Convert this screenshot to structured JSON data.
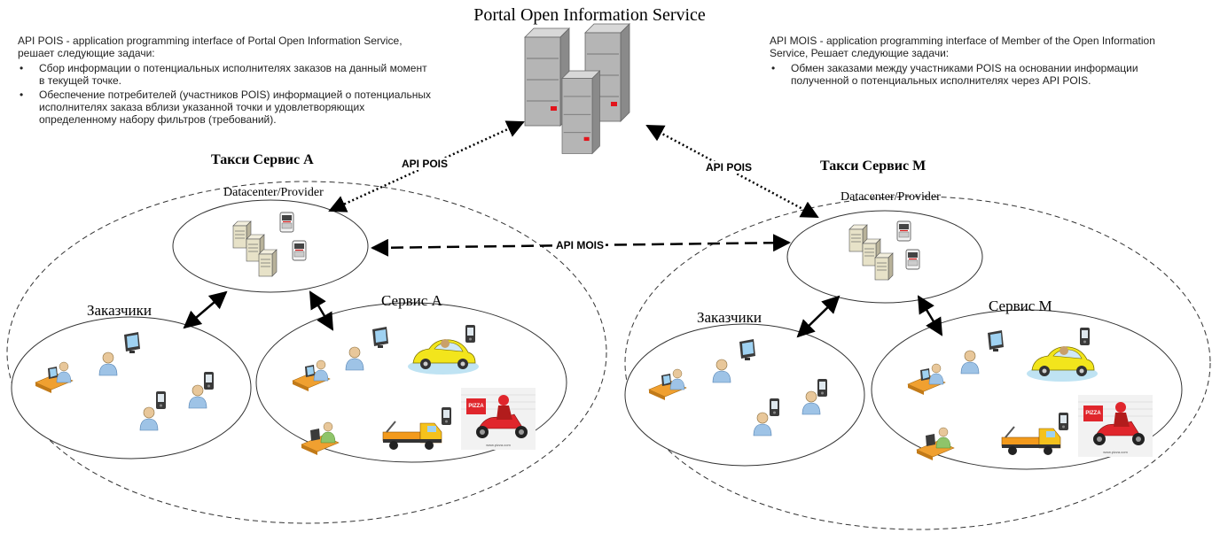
{
  "title": "Portal Open Information Service",
  "left_description": {
    "intro": "API POIS - application programming interface of Portal Open Information Service, решает следующие задачи:",
    "items": [
      "Сбор информации о потенциальных исполнителях заказов на данный момент в текущей точке.",
      "Обеспечение потребителей (участников POIS) информацией о потенциальных исполнителях заказа вблизи указанной точки и удовлетворяющих определенному набору фильтров (требований)."
    ]
  },
  "right_description": {
    "intro": "API MOIS - application programming interface of Member of the Open Information Service, Решает следующие задачи:",
    "items": [
      "Обмен заказами между участниками POIS на основании информации полученной о потенциальных исполнителях через API POIS."
    ]
  },
  "links": {
    "api_pois_left": "API POIS",
    "api_pois_right": "API POIS",
    "api_mois": "API MOIS"
  },
  "group_a": {
    "title": "Такси Сервис А",
    "datacenter": "Datacenter/Provider",
    "customers": "Заказчики",
    "service": "Сервис А"
  },
  "group_m": {
    "title": "Такси Сервис М",
    "datacenter": "Datacenter/Provider",
    "customers": "Заказчики",
    "service": "Сервис М"
  },
  "icons": {
    "pois_servers": "server-rack-icon",
    "datacenter": "servers-icon",
    "customer_desk": "person-at-desk-icon",
    "customer_pc": "person-with-computer-icon",
    "customer_phone": "person-with-phone-icon",
    "taxi": "taxi-car-icon",
    "tow_truck": "tow-truck-icon",
    "pizza_scooter": "pizza-delivery-scooter-icon",
    "phone": "mobile-phone-icon"
  },
  "pizza_logo": "PIZZA",
  "colors": {
    "server_gray": "#a9a9a9",
    "server_red": "#e2141b",
    "person_blue": "#9ec3e6",
    "taxi_yellow": "#f2e51c",
    "truck_orange": "#f39a1c",
    "scooter_red": "#e0262c",
    "desk_orange": "#f0a030"
  }
}
